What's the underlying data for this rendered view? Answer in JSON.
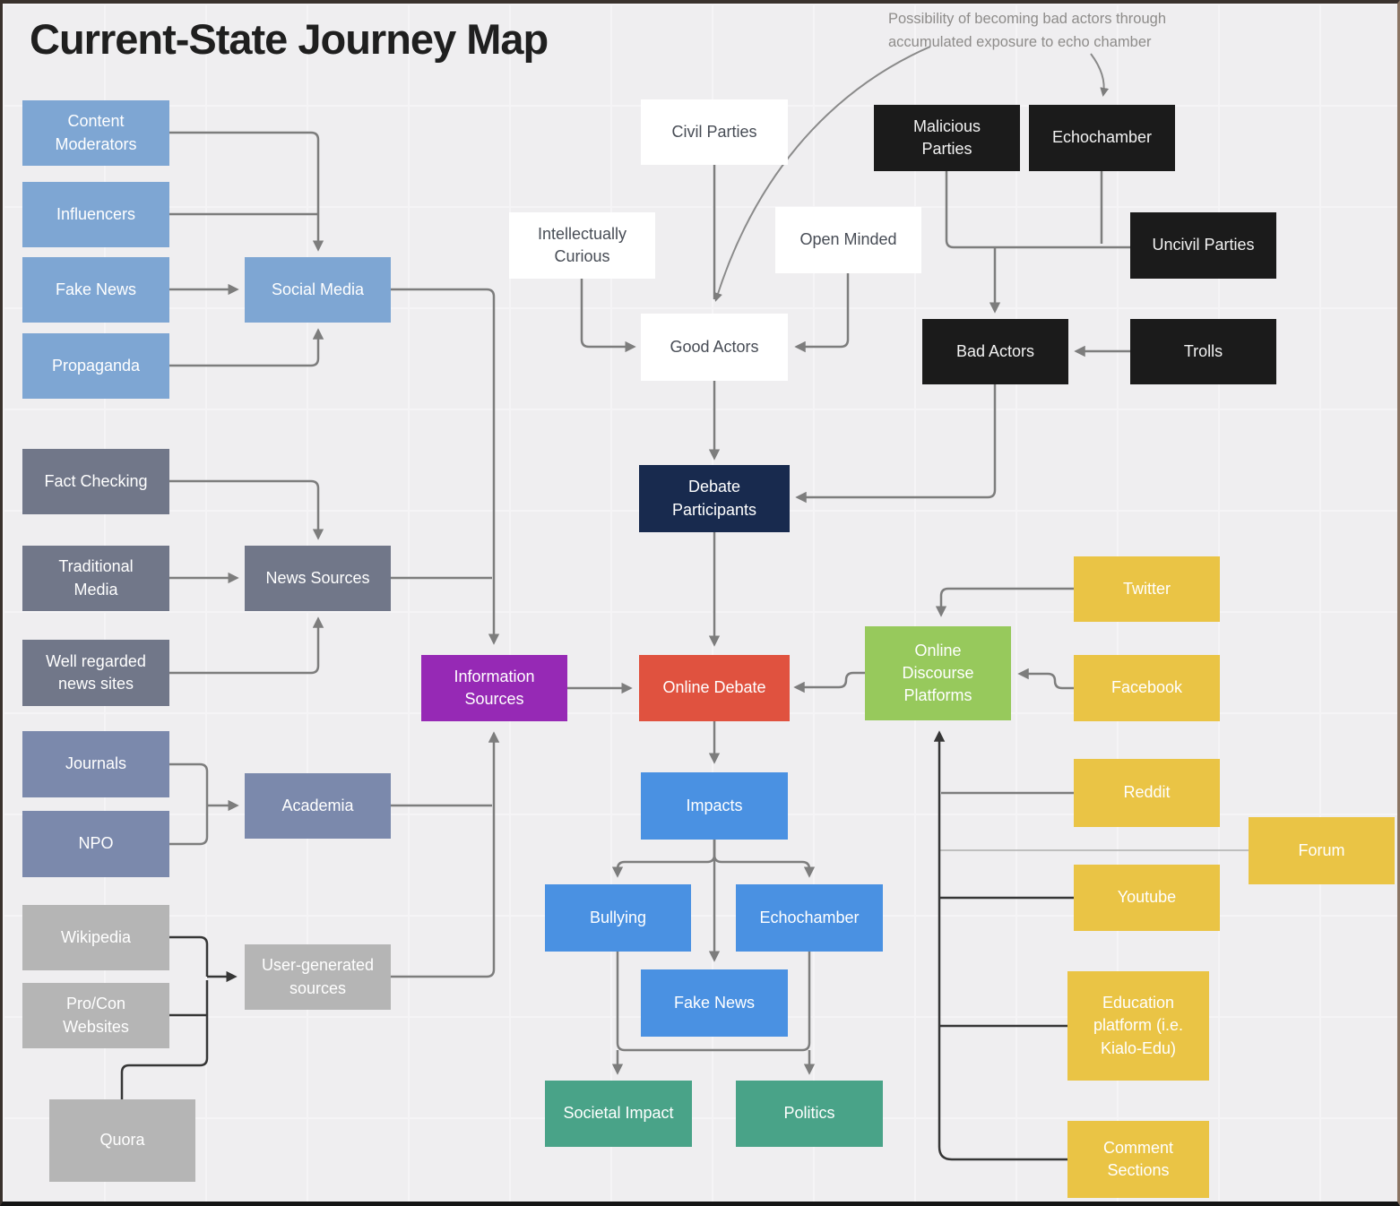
{
  "title": "Current-State Journey Map",
  "annotation": "Possibility of becoming bad actors through accumulated exposure to echo chamber",
  "colors": {
    "blue": "#7EA6D3",
    "slate": "#717789",
    "bluegray": "#7B89AC",
    "lightgray": "#B5B5B5",
    "white": "#FFFFFF",
    "black": "#1B1B1B",
    "navy": "#182A4E",
    "red": "#E0523F",
    "purple": "#9629B5",
    "blue2": "#4A91E2",
    "teal": "#49A388",
    "green": "#97C95C",
    "yellow": "#EAC445",
    "edge_gray": "#7D7D7D",
    "edge_dark": "#363636",
    "edge_light": "#ADADAD"
  },
  "nodes": [
    {
      "id": "content-moderators",
      "label": "Content Moderators",
      "group": "blue"
    },
    {
      "id": "influencers",
      "label": "Influencers",
      "group": "blue"
    },
    {
      "id": "fake-news",
      "label": "Fake News",
      "group": "blue"
    },
    {
      "id": "propaganda",
      "label": "Propaganda",
      "group": "blue"
    },
    {
      "id": "social-media",
      "label": "Social Media",
      "group": "blue"
    },
    {
      "id": "fact-checking",
      "label": "Fact Checking",
      "group": "slate"
    },
    {
      "id": "traditional-media",
      "label": "Traditional Media",
      "group": "slate"
    },
    {
      "id": "well-regarded-news-sites",
      "label": "Well regarded news sites",
      "group": "slate"
    },
    {
      "id": "news-sources",
      "label": "News Sources",
      "group": "slate"
    },
    {
      "id": "journals",
      "label": "Journals",
      "group": "bluegray"
    },
    {
      "id": "npo",
      "label": "NPO",
      "group": "bluegray"
    },
    {
      "id": "academia",
      "label": "Academia",
      "group": "bluegray"
    },
    {
      "id": "wikipedia",
      "label": "Wikipedia",
      "group": "lightgray"
    },
    {
      "id": "pro-con-websites",
      "label": "Pro/Con Websites",
      "group": "lightgray"
    },
    {
      "id": "quora",
      "label": "Quora",
      "group": "lightgray"
    },
    {
      "id": "user-generated-sources",
      "label": "User-generated sources",
      "group": "lightgray"
    },
    {
      "id": "information-sources",
      "label": "Information Sources",
      "group": "purple"
    },
    {
      "id": "civil-parties",
      "label": "Civil Parties",
      "group": "white"
    },
    {
      "id": "intellectually-curious",
      "label": "Intellectually Curious",
      "group": "white"
    },
    {
      "id": "open-minded",
      "label": "Open Minded",
      "group": "white"
    },
    {
      "id": "good-actors",
      "label": "Good Actors",
      "group": "white"
    },
    {
      "id": "malicious-parties",
      "label": "Malicious Parties",
      "group": "black"
    },
    {
      "id": "echochamber-source",
      "label": "Echochamber",
      "group": "black"
    },
    {
      "id": "uncivil-parties",
      "label": "Uncivil Parties",
      "group": "black"
    },
    {
      "id": "trolls",
      "label": "Trolls",
      "group": "black"
    },
    {
      "id": "bad-actors",
      "label": "Bad Actors",
      "group": "black"
    },
    {
      "id": "debate-participants",
      "label": "Debate Participants",
      "group": "navy"
    },
    {
      "id": "online-debate",
      "label": "Online Debate",
      "group": "red"
    },
    {
      "id": "impacts",
      "label": "Impacts",
      "group": "blue2"
    },
    {
      "id": "bullying",
      "label": "Bullying",
      "group": "blue2"
    },
    {
      "id": "echochamber-impact",
      "label": "Echochamber",
      "group": "blue2"
    },
    {
      "id": "fake-news-impact",
      "label": "Fake News",
      "group": "blue2"
    },
    {
      "id": "societal-impact",
      "label": "Societal Impact",
      "group": "teal"
    },
    {
      "id": "politics",
      "label": "Politics",
      "group": "teal"
    },
    {
      "id": "online-discourse-platforms",
      "label": "Online Discourse Platforms",
      "group": "green"
    },
    {
      "id": "twitter",
      "label": "Twitter",
      "group": "yellow"
    },
    {
      "id": "facebook",
      "label": "Facebook",
      "group": "yellow"
    },
    {
      "id": "reddit",
      "label": "Reddit",
      "group": "yellow"
    },
    {
      "id": "forum",
      "label": "Forum",
      "group": "yellow"
    },
    {
      "id": "youtube",
      "label": "Youtube",
      "group": "yellow"
    },
    {
      "id": "education-platform",
      "label": "Education platform (i.e. Kialo-Edu)",
      "group": "yellow"
    },
    {
      "id": "comment-sections",
      "label": "Comment Sections",
      "group": "yellow"
    }
  ]
}
